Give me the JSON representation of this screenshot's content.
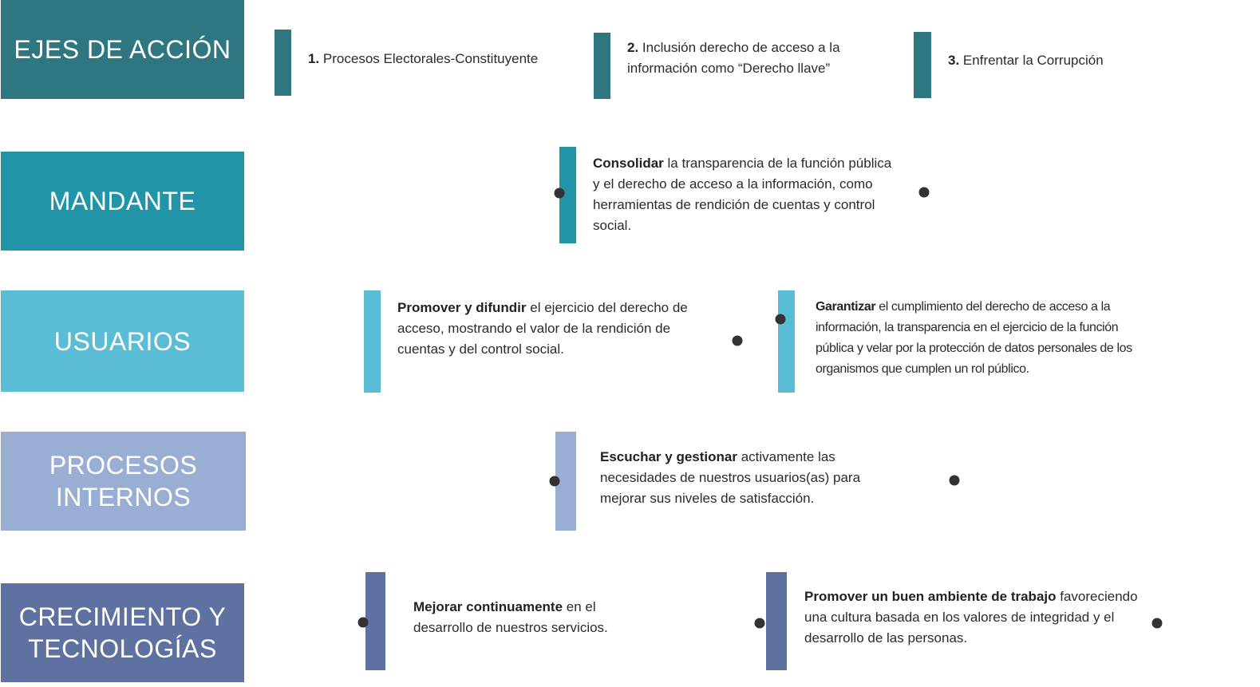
{
  "rows": {
    "ejes": {
      "label": "EJES DE ACCIÓN",
      "color": "#2f7780"
    },
    "mandante": {
      "label": "MANDANTE",
      "color": "#2294a8"
    },
    "usuarios": {
      "label": "USUARIOS",
      "color": "#5bbcd6"
    },
    "procesos": {
      "label_line1": "PROCESOS",
      "label_line2": "INTERNOS",
      "color": "#9aaed4"
    },
    "crecimiento": {
      "label_line1": "CRECIMIENTO Y",
      "label_line2": "TECNOLOGÍAS",
      "color": "#5e71a1"
    }
  },
  "ejes": [
    {
      "num": "1.",
      "text": "Procesos Electorales-Constituyente"
    },
    {
      "num": "2.",
      "text_line1": "Inclusión derecho de acceso a la",
      "text_line2": "información como “Derecho llave”"
    },
    {
      "num": "3.",
      "text": "Enfrentar la Corrupción"
    }
  ],
  "mandante": [
    {
      "bold": "Consolidar",
      "rest": " la transparencia de la función pública y el derecho de acceso a la información, como herramientas de rendición de cuentas y control social."
    }
  ],
  "usuarios": [
    {
      "bold": "Promover y difundir",
      "rest": " el ejercicio del derecho de acceso, mostrando el valor de la rendición de cuentas y del control social."
    },
    {
      "bold": "Garantizar",
      "rest": " el cumplimiento del derecho de acceso a la información, la transparencia en el ejercicio de la función pública y velar por la protección de datos personales de los organismos que cumplen un rol público."
    }
  ],
  "procesos": [
    {
      "bold": "Escuchar y gestionar",
      "rest": " activamente las necesidades de nuestros usuarios(as) para mejorar sus niveles de satisfacción."
    }
  ],
  "crecimiento": [
    {
      "bold": "Mejorar continuamente",
      "rest": " en el desarrollo de nuestros servicios."
    },
    {
      "bold": "Promover un buen ambiente de trabajo",
      "rest": " favoreciendo una cultura basada en los valores de integridad y el desarrollo de las personas."
    }
  ],
  "colors": {
    "dot": "#333333"
  }
}
